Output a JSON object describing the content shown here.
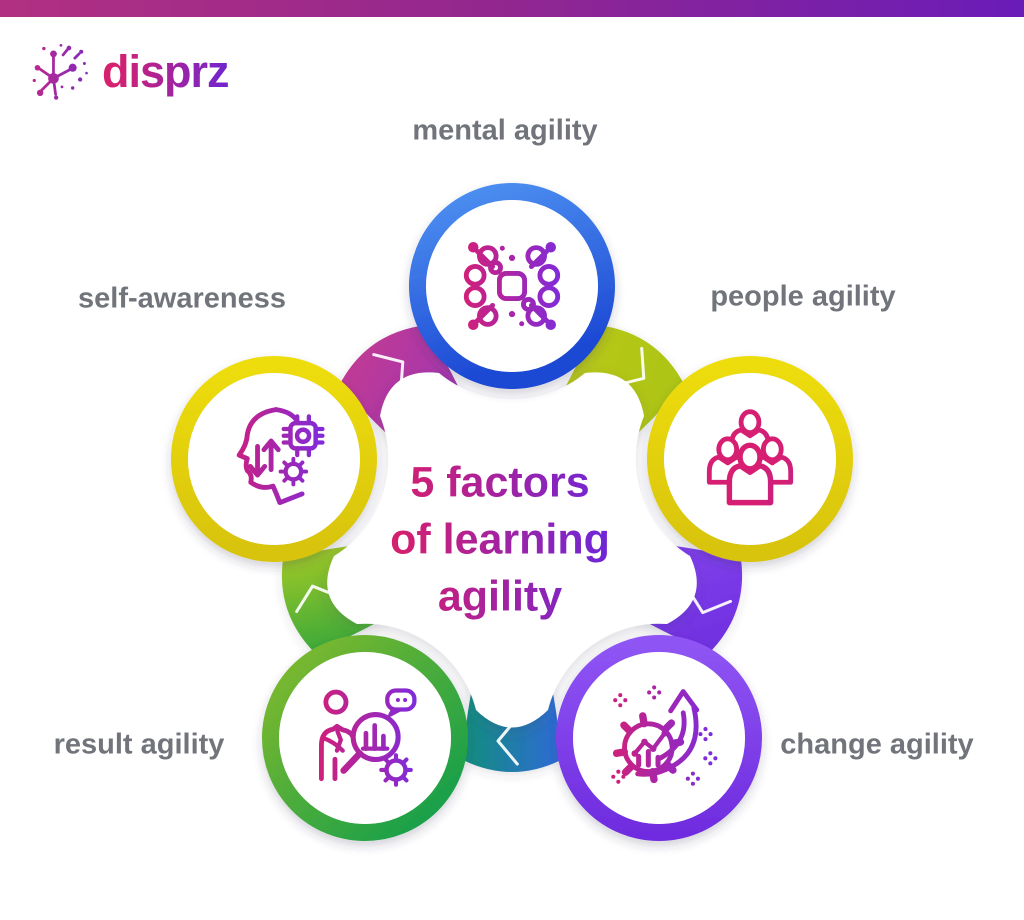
{
  "brand": {
    "name": "disprz",
    "icon": "network-nodes-icon"
  },
  "top_bar": {
    "gradient": [
      "#b13082",
      "#6a1cb8"
    ]
  },
  "title": {
    "line1": "5 factors",
    "line2": "of learning",
    "line3": "agility",
    "text_gradient": [
      "#d41f6f",
      "#7226d3"
    ]
  },
  "label_color": "#71757b",
  "factors": [
    {
      "label": "mental agility",
      "icon": "digital-brain-chip-icon",
      "position": "top",
      "ring_colors": [
        "#4f93f2",
        "#1c48d4"
      ]
    },
    {
      "label": "people agility",
      "icon": "people-group-icon",
      "position": "right",
      "ring_colors": [
        "#eedd10",
        "#d8c308"
      ]
    },
    {
      "label": "change agility",
      "icon": "gear-growth-arrow-icon",
      "position": "bottom-right",
      "ring_colors": [
        "#8f55f4",
        "#6f2cdf"
      ]
    },
    {
      "label": "result agility",
      "icon": "person-analytics-magnifier-icon",
      "position": "bottom-left",
      "ring_colors": [
        "#86bb2b",
        "#0b9c4d"
      ]
    },
    {
      "label": "self-awareness",
      "icon": "head-profile-chip-icon",
      "position": "left",
      "ring_colors": [
        "#eedd10",
        "#d8c308"
      ]
    }
  ],
  "connectors": {
    "flow": "clockwise",
    "chevron_color": "#ffffff",
    "segments": [
      {
        "between": [
          "self-awareness",
          "mental agility"
        ],
        "gradient": [
          "#c13a93",
          "#8a36c9"
        ]
      },
      {
        "between": [
          "mental agility",
          "people agility"
        ],
        "gradient": [
          "#bdc81d",
          "#a9c414"
        ]
      },
      {
        "between": [
          "people agility",
          "change agility"
        ],
        "gradient": [
          "#8847f2",
          "#7030e0"
        ]
      },
      {
        "between": [
          "change agility",
          "result agility"
        ],
        "gradient": [
          "#128e7c",
          "#2f6ad7"
        ]
      },
      {
        "between": [
          "result agility",
          "self-awareness"
        ],
        "gradient": [
          "#a5ca26",
          "#22a13e"
        ]
      }
    ]
  },
  "icon_stroke_gradient": [
    "#d61f72",
    "#7b2ce0"
  ]
}
